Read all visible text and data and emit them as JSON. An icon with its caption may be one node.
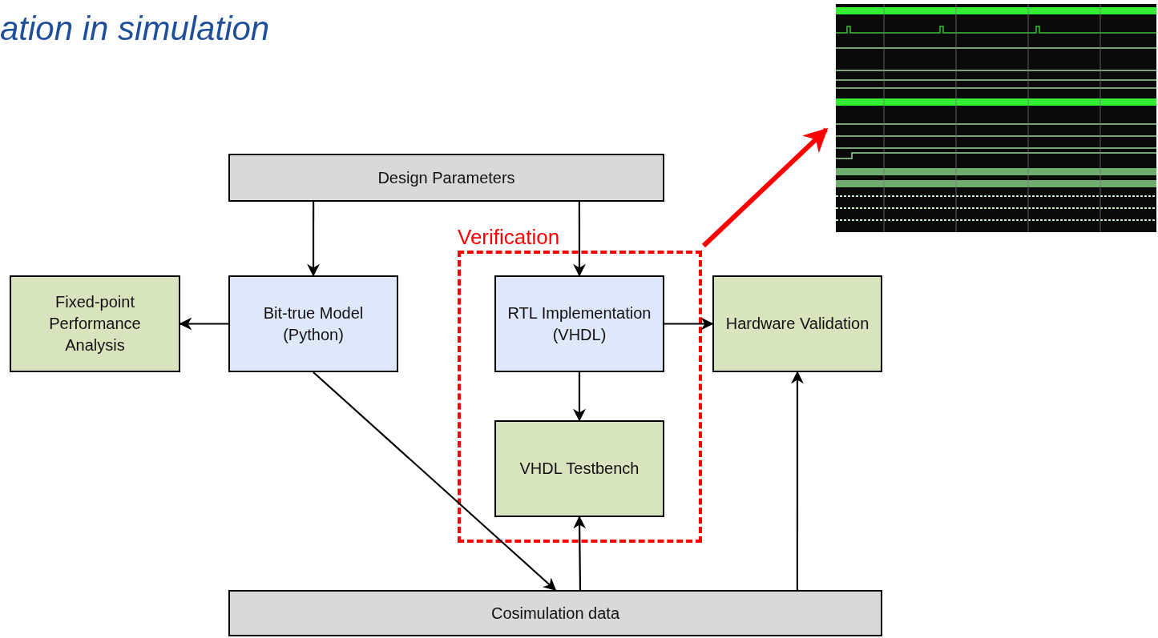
{
  "diagram": {
    "title": "ation in simulation",
    "nodes": [
      {
        "text": [
          "Design Parameters"
        ]
      },
      {
        "text": [
          "Verification"
        ]
      },
      {
        "text": [
          "Fixed-point Performance Analysis"
        ]
      },
      {
        "text": [
          "Bit-true Model (Python)"
        ]
      },
      {
        "text": [
          "RTL Implementation (VHDL)"
        ],
        "in": 1
      },
      {
        "text": [
          "VHDL Testbench"
        ],
        "in": 1
      },
      {
        "text": [
          "Hardware Validation"
        ]
      },
      {
        "text": [
          "Cosimulation data"
        ]
      },
      {
        "text": [],
        "shape": "picture"
      }
    ],
    "edges": [
      {
        "from": 0,
        "to": 3,
        "arrow": "to"
      },
      {
        "from": 0,
        "to": 4,
        "arrow": "to"
      },
      {
        "from": 3,
        "to": 2,
        "arrow": "to"
      },
      {
        "from": 4,
        "to": 6,
        "arrow": "to"
      },
      {
        "from": 4,
        "to": 5,
        "arrow": "to"
      },
      {
        "from": 3,
        "to": 7,
        "arrow": "to"
      },
      {
        "from": 7,
        "to": 5,
        "arrow": "to"
      },
      {
        "from": 7,
        "to": 6,
        "arrow": "to"
      },
      {
        "from": 1,
        "to": 8,
        "arrow": "to",
        "style": "thick",
        "color": "#ff0000"
      }
    ]
  }
}
